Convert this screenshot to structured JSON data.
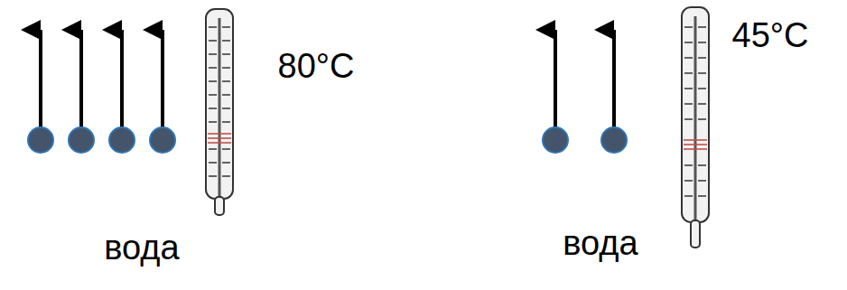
{
  "diagram": {
    "nodes": [
      {
        "text": [
          "вода"
        ]
      },
      {
        "text": [
          "вода"
        ]
      }
    ],
    "labels": [
      "80°C",
      "45°C"
    ]
  }
}
